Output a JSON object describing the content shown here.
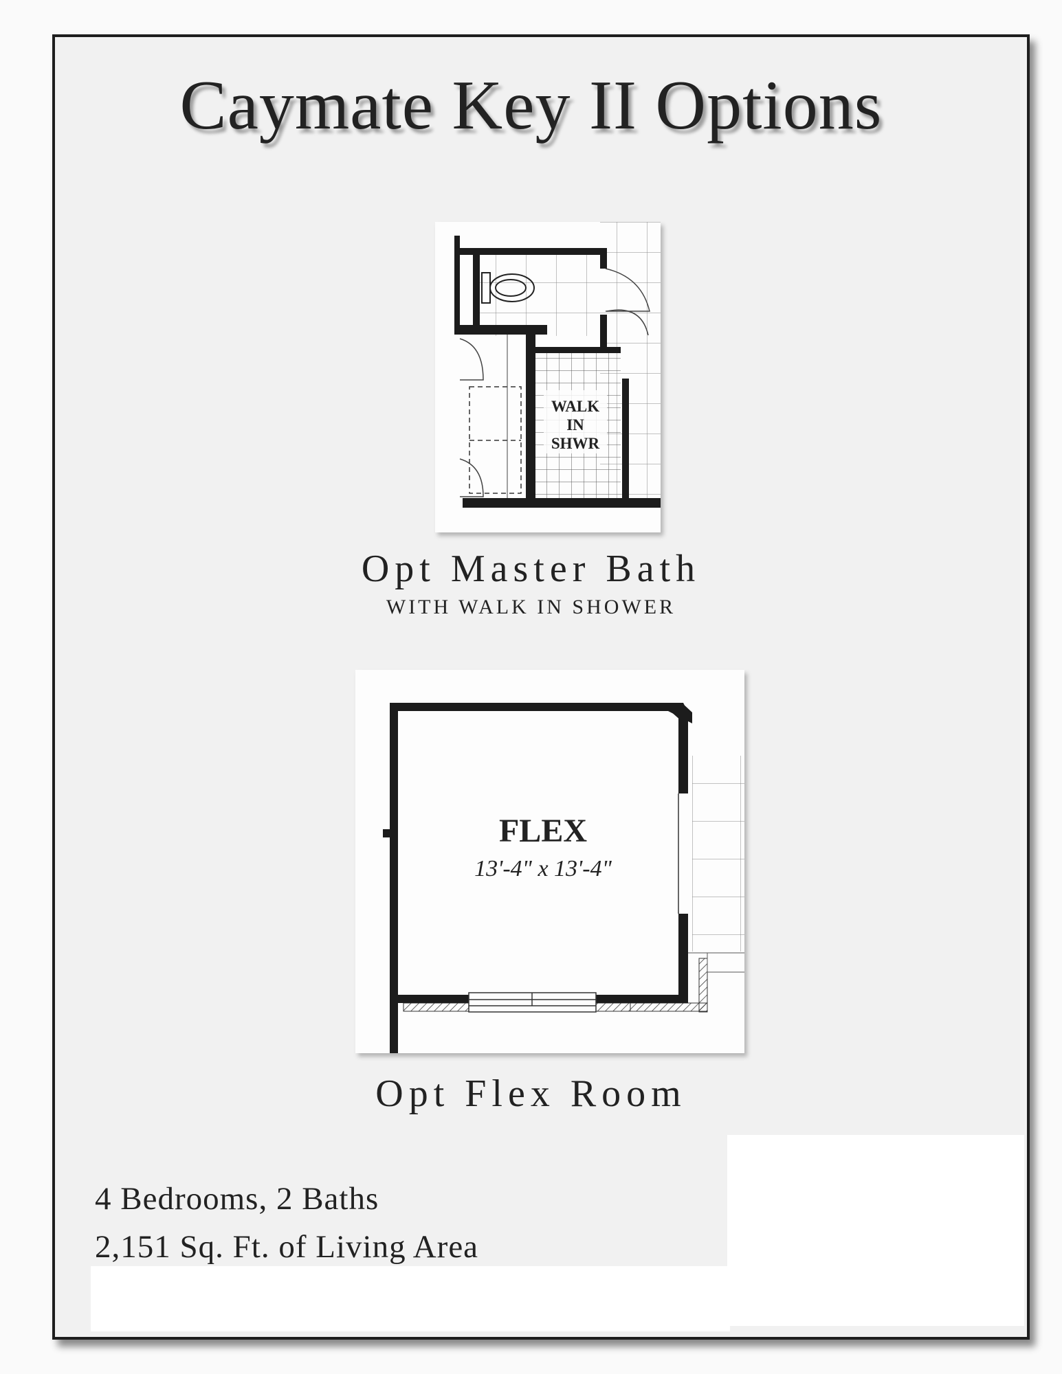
{
  "title": "Caymate Key II Options",
  "bath": {
    "room_label_lines": [
      "WALK",
      "IN",
      "SHWR"
    ],
    "caption": "Opt Master Bath",
    "subcaption": "WITH WALK IN SHOWER"
  },
  "flex": {
    "room_label": "FLEX",
    "dimensions": "13'-4\" x 13'-4\"",
    "caption": "Opt Flex Room"
  },
  "specs": {
    "line1": "4 Bedrooms, 2 Baths",
    "line2": "2,151 Sq. Ft. of Living Area"
  }
}
